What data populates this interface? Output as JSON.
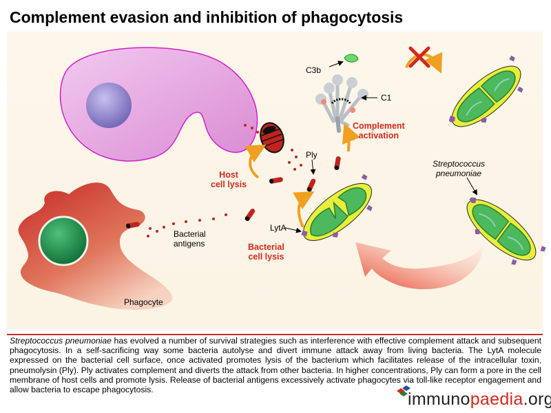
{
  "title": "Complement evasion and inhibition of phagocytosis",
  "labels": {
    "c3b": "C3b",
    "c1": "C1",
    "complement_activation": "Complement\nactivation",
    "ply": "Ply",
    "host_cell_lysis": "Host\ncell lysis",
    "strep": "Streptococcus\npneumoniae",
    "bacterial_antigens": "Bacterial\nantigens",
    "lyta": "LytA",
    "bacterial_cell_lysis": "Bacterial\ncell lysis",
    "phagocyte": "Phagocyte"
  },
  "caption": {
    "species": "Streptococcus pneumoniae",
    "text": " has evolved a number of survival strategies such as interference with effective complement attack and subsequent phagocytosis. In a self-sacrificing way some bacteria autolyse and divert immune attack away from living bacteria. The LytA molecule expressed on the bacterial cell surface, once activated promotes lysis of the bacterium which facilitates release of the intracellular toxin, pneumolysin (Ply). Ply activates complement and diverts the attack from other bacteria. In higher concentrations, Ply can form a pore in the cell membrane of host cells and promote lysis. Release of bacterial antigens excessively activate phagocytes via toll-like receptor engagement and allow bacteria to escape phagocytosis."
  },
  "logo": {
    "prefix": "immuno",
    "highlight": "paedia",
    "suffix": ".org"
  },
  "colors": {
    "accent_red": "#d4281d",
    "host_cell": "#e3a1de",
    "nucleus_purple": "#8d83c8",
    "phagocyte": "#c9302c",
    "nucleus_green": "#1f8f4a",
    "bacterium_capsule": "#e7ee2f",
    "bacterium_cell": "#49b85a",
    "arrow_orange": "#f0a020"
  },
  "icons": [
    "cross-icon",
    "c3b-fragment-icon",
    "c1-complex-icon",
    "pore-icon",
    "ply-toxin-icon",
    "bacterium-icon",
    "logo-mark-icon"
  ]
}
